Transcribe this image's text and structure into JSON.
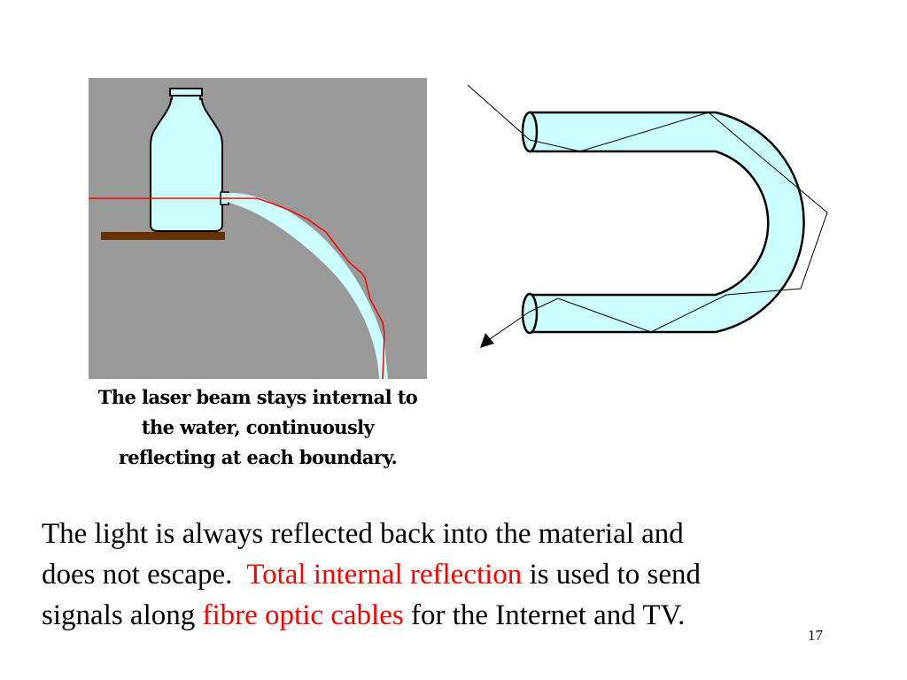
{
  "caption": {
    "line1": "The laser beam stays internal to",
    "line2": "the water, continuously",
    "line3": "reflecting at each boundary."
  },
  "body": {
    "line1": "The light is always reflected back into the material and",
    "line2_a": "does not escape.  ",
    "line2_red": "Total internal reflection",
    "line2_b": " is used to send",
    "line3_a": "signals along ",
    "line3_red": "fibre optic cables",
    "line3_b": " for the Internet and TV."
  },
  "slide_number": "17",
  "colors": {
    "panel_gray": "#999999",
    "water": "#ccffff",
    "laser": "#ff0000",
    "shelf": "#663300",
    "fibre": "#ccffff",
    "highlight": "#ff0000"
  }
}
